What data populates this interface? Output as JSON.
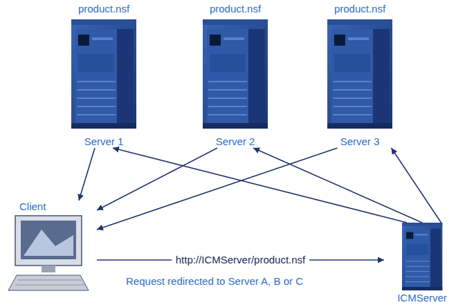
{
  "diagram": {
    "nodes": [
      {
        "text": [
          "product.nsf",
          "Server 1"
        ]
      },
      {
        "text": [
          "product.nsf",
          "Server 2"
        ]
      },
      {
        "text": [
          "product.nsf",
          "Server 3"
        ]
      },
      {
        "text": [
          "Client"
        ]
      },
      {
        "text": [
          "ICMServer"
        ]
      }
    ],
    "edges": [
      {
        "from": 3,
        "to": 4,
        "label": "http://ICMServer/product.nsf",
        "arrow": "to"
      },
      {
        "from": 4,
        "to": 0,
        "arrow": "to"
      },
      {
        "from": 4,
        "to": 1,
        "arrow": "to"
      },
      {
        "from": 4,
        "to": 2,
        "arrow": "to"
      },
      {
        "from": 0,
        "to": 3,
        "arrow": "to"
      },
      {
        "from": 1,
        "to": 3,
        "arrow": "to"
      },
      {
        "from": 2,
        "to": 3,
        "arrow": "to"
      }
    ],
    "labels": [
      "Request redirected to Server A, B or C"
    ]
  }
}
